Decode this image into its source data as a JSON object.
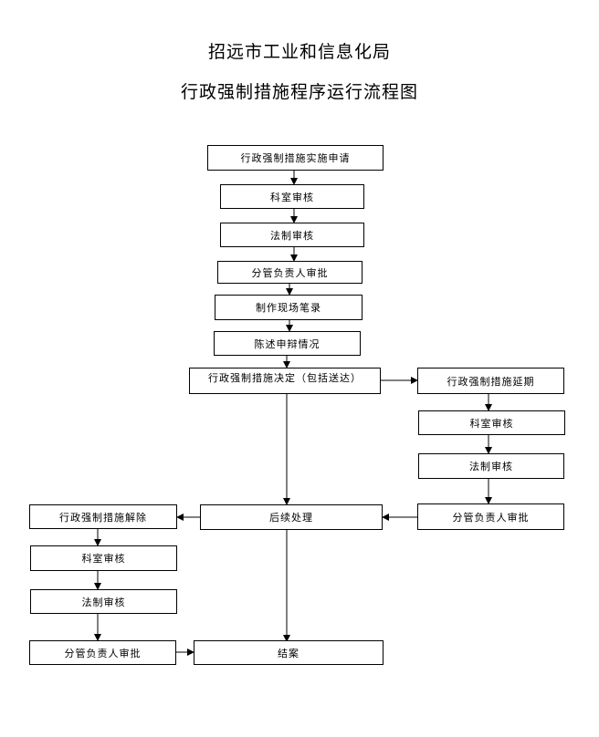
{
  "title": {
    "line1": "招远市工业和信息化局",
    "line2": "行政强制措施程序运行流程图"
  },
  "steps": {
    "apply": "行政强制措施实施申请",
    "dept_review_1": "科室审核",
    "legal_review_1": "法制审核",
    "leader_approve_1": "分管负责人审批",
    "scene_record": "制作现场笔录",
    "statement": "陈述申辩情况",
    "decision": "行政强制措施决定（包括送达）",
    "extension": "行政强制措施延期",
    "dept_review_2": "科室审核",
    "legal_review_2": "法制审核",
    "leader_approve_2": "分管负责人审批",
    "follow_up": "后续处理",
    "release": "行政强制措施解除",
    "dept_review_3": "科室审核",
    "legal_review_3": "法制审核",
    "leader_approve_3": "分管负责人审批",
    "close": "结案"
  }
}
